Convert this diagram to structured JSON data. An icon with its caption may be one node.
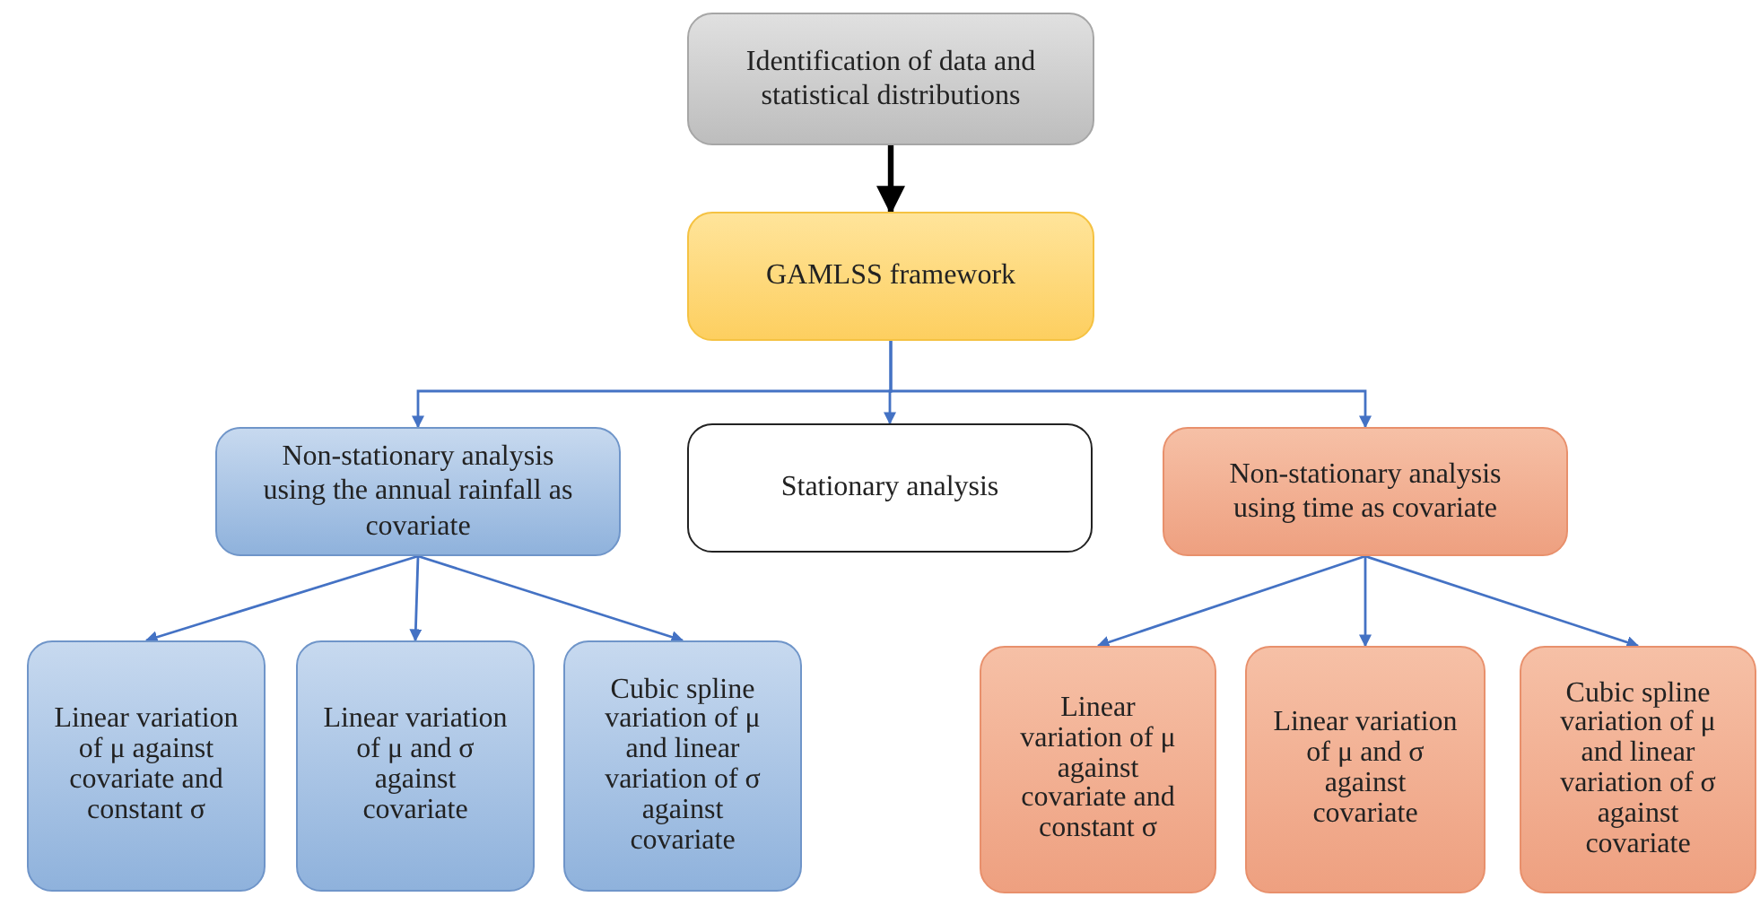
{
  "diagram": {
    "nodes": [
      {
        "text": [
          "Identification of data and statistical distributions"
        ]
      },
      {
        "text": [
          "GAMLSS framework"
        ]
      },
      {
        "text": [
          "Non-stationary analysis using the annual rainfall as covariate"
        ]
      },
      {
        "text": [
          "Stationary analysis"
        ]
      },
      {
        "text": [
          "Non-stationary analysis using time as covariate"
        ]
      },
      {
        "text": [
          "Linear variation of μ against covariate and constant σ"
        ]
      },
      {
        "text": [
          "Linear variation of μ and σ against covariate"
        ]
      },
      {
        "text": [
          "Cubic spline variation of μ and linear variation of σ against covariate"
        ]
      },
      {
        "text": [
          "Linear variation of μ against covariate and constant σ"
        ]
      },
      {
        "text": [
          "Linear variation of μ and σ against covariate"
        ]
      },
      {
        "text": [
          "Cubic spline variation of μ and linear variation of σ against covariate"
        ]
      }
    ],
    "edges": [
      {
        "from": 0,
        "to": 1,
        "arrow": "to",
        "style": "thick",
        "color": "#000000"
      },
      {
        "from": 1,
        "to": 2,
        "arrow": "to"
      },
      {
        "from": 1,
        "to": 3,
        "arrow": "to"
      },
      {
        "from": 1,
        "to": 4,
        "arrow": "to"
      },
      {
        "from": 2,
        "to": 5,
        "arrow": "to"
      },
      {
        "from": 2,
        "to": 6,
        "arrow": "to"
      },
      {
        "from": 2,
        "to": 7,
        "arrow": "to"
      },
      {
        "from": 4,
        "to": 8,
        "arrow": "to"
      },
      {
        "from": 4,
        "to": 9,
        "arrow": "to"
      },
      {
        "from": 4,
        "to": 10,
        "arrow": "to"
      }
    ]
  }
}
